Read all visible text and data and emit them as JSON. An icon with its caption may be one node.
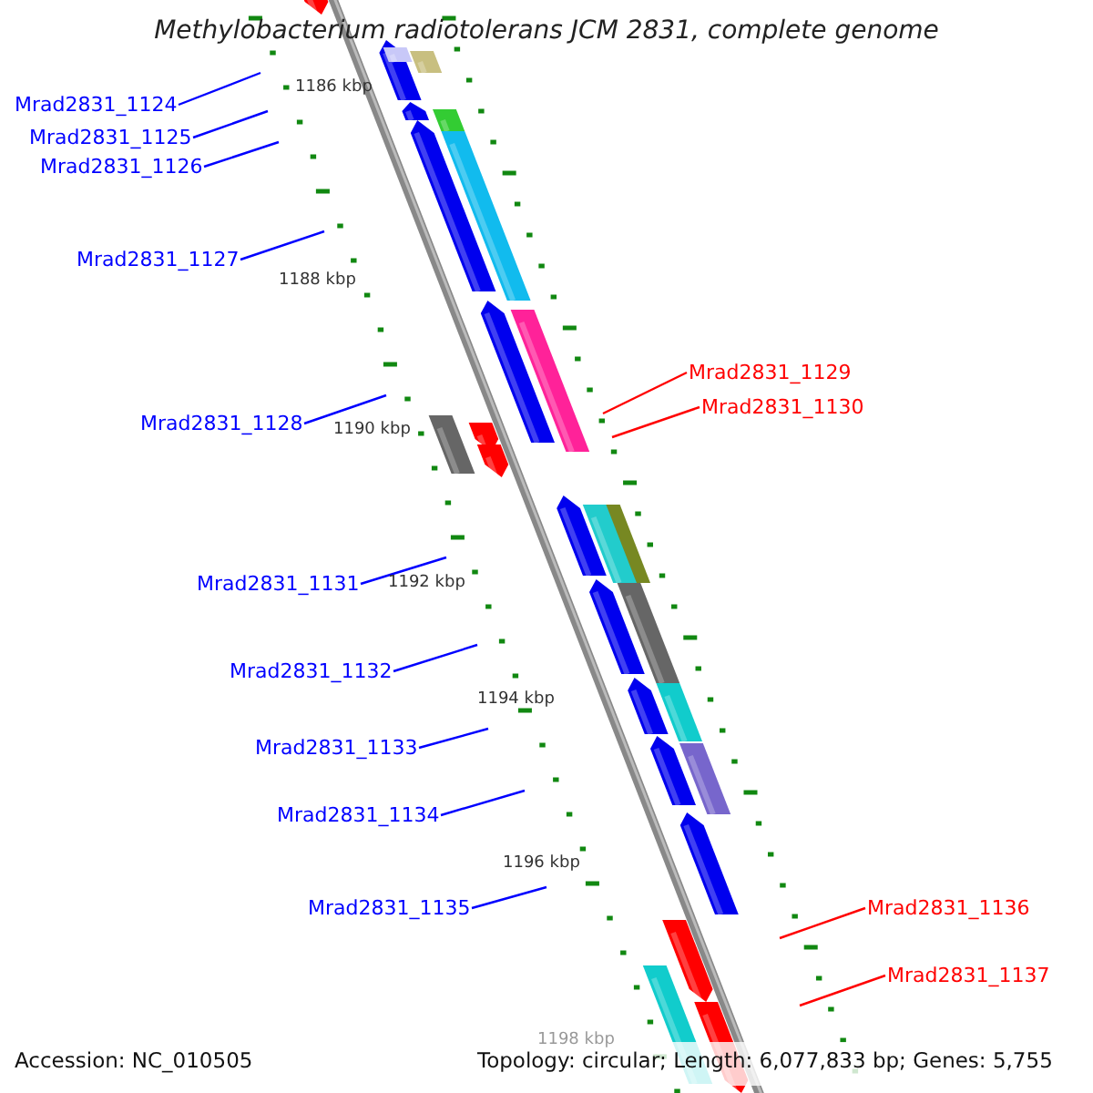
{
  "diagram": {
    "title": "Methylobacterium radiotolerans JCM 2831, complete genome",
    "nodes": [
      {
        "text": [
          "Mrad2831_1124"
        ]
      },
      {
        "text": [
          "Mrad2831_1125"
        ]
      },
      {
        "text": [
          "Mrad2831_1126"
        ]
      },
      {
        "text": [
          "Mrad2831_1127"
        ]
      },
      {
        "text": [
          "Mrad2831_1129"
        ]
      },
      {
        "text": [
          "Mrad2831_1130"
        ]
      },
      {
        "text": [
          "Mrad2831_1128"
        ]
      },
      {
        "text": [
          "Mrad2831_1131"
        ]
      },
      {
        "text": [
          "Mrad2831_1132"
        ]
      },
      {
        "text": [
          "Mrad2831_1133"
        ]
      },
      {
        "text": [
          "Mrad2831_1134"
        ]
      },
      {
        "text": [
          "Mrad2831_1135"
        ]
      },
      {
        "text": [
          "Mrad2831_1136"
        ]
      },
      {
        "text": [
          "Mrad2831_1137"
        ]
      }
    ],
    "edges": [
      {
        "from": 0,
        "to": null,
        "arrow": "none"
      },
      {
        "from": 1,
        "to": null,
        "arrow": "none"
      },
      {
        "from": 2,
        "to": null,
        "arrow": "none"
      },
      {
        "from": 3,
        "to": null,
        "arrow": "none"
      },
      {
        "from": 4,
        "to": null,
        "arrow": "none",
        "color": "#ff0000"
      },
      {
        "from": 5,
        "to": null,
        "arrow": "none",
        "color": "#ff0000"
      },
      {
        "from": 6,
        "to": null,
        "arrow": "none"
      },
      {
        "from": 7,
        "to": null,
        "arrow": "none"
      },
      {
        "from": 8,
        "to": null,
        "arrow": "none"
      },
      {
        "from": 9,
        "to": null,
        "arrow": "none"
      },
      {
        "from": 10,
        "to": null,
        "arrow": "none"
      },
      {
        "from": 11,
        "to": null,
        "arrow": "none"
      },
      {
        "from": 12,
        "to": null,
        "arrow": "none",
        "color": "#ff0000"
      },
      {
        "from": 13,
        "to": null,
        "arrow": "none",
        "color": "#ff0000"
      }
    ],
    "labels": [
      "1186 kbp",
      "1188 kbp",
      "1190 kbp",
      "1192 kbp",
      "1194 kbp",
      "1196 kbp",
      "1198 kbp",
      "Accession: NC_010505",
      "Topology: circular; Length: 6,077,833 bp; Genes: 5,755"
    ]
  }
}
